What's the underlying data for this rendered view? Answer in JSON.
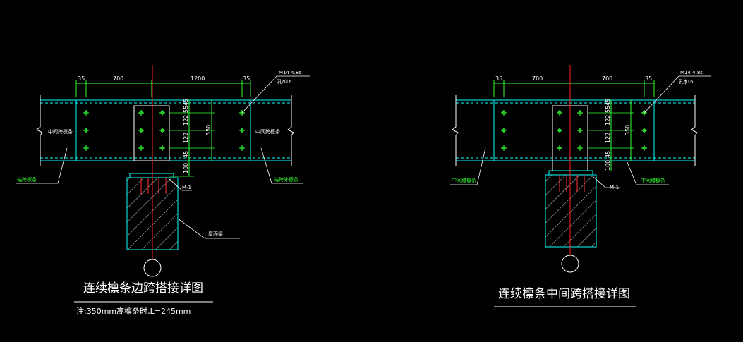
{
  "colors": {
    "background": "#000000",
    "purlin": "#00ffff",
    "dimension": "#33ff33",
    "axis": "#ff2222",
    "text": "#ffffff",
    "bolt": "#33ff33"
  },
  "left": {
    "title": "连续檩条边跨搭接详图",
    "note": "注:350mm高檩条时,L=245mm",
    "dims_top": [
      "35",
      "700",
      "1200",
      "35"
    ],
    "dims_side": [
      "45",
      "55",
      "122",
      "122",
      "45",
      "100"
    ],
    "dim_height": "350",
    "bolt_label": "M14 4.8s",
    "bolt_label_2": "孔ϕ16",
    "purlin_left_label": "中间跨檩条",
    "purlin_right_label": "中间跨檩条",
    "bottom_left_label": "端跨檩条",
    "bottom_right_label": "端跨外檩条",
    "m_label": "M-1",
    "beam_label": "屋面梁"
  },
  "right": {
    "title": "连续檩条中间跨搭接详图",
    "dims_top": [
      "35",
      "700",
      "700",
      "35"
    ],
    "dims_side": [
      "45",
      "55",
      "122",
      "122",
      "45",
      "100"
    ],
    "dim_height": "350",
    "bolt_label": "M14 4.8s",
    "bolt_label_2": "孔ϕ16",
    "bottom_left_label": "中间跨檩条",
    "bottom_right_label": "中间跨檩条",
    "m_label": "M-1"
  }
}
